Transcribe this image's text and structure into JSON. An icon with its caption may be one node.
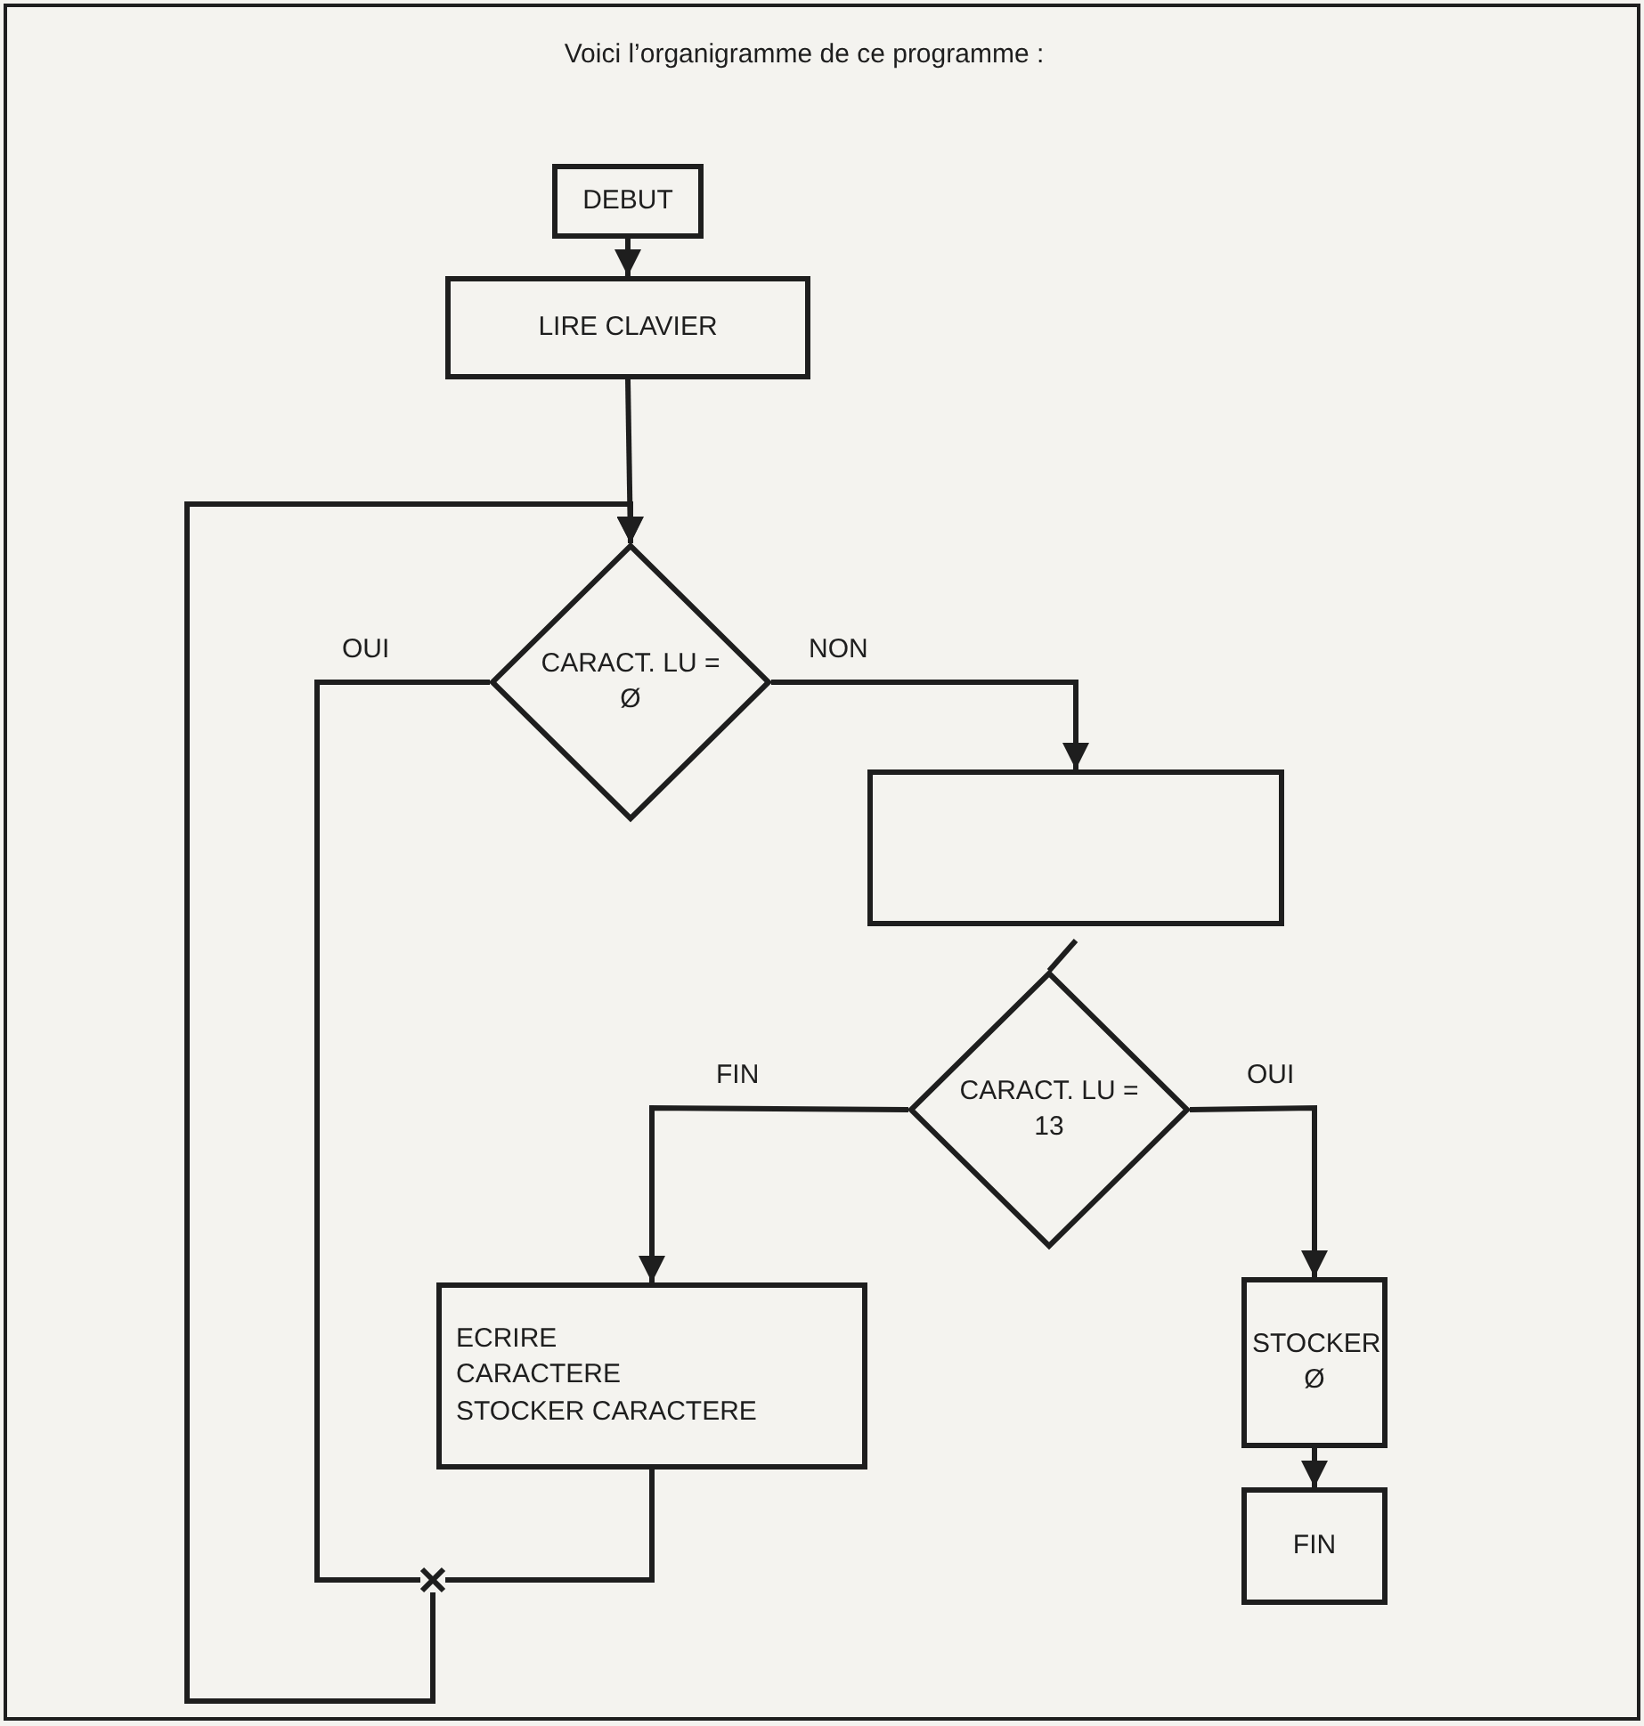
{
  "diagram": {
    "title": "Voici l’organigramme de ce programme :",
    "nodes": [
      {
        "text": [
          "DEBUT"
        ]
      },
      {
        "text": [
          "LIRE CLAVIER"
        ]
      },
      {
        "text": [
          "CARACT. LU = Ø"
        ]
      },
      {
        "text": [],
        "shape": "box"
      },
      {
        "text": [
          "CARACT. LU = 13"
        ]
      },
      {
        "text": [
          "ECRIRE CARACTERE",
          "STOCKER CARACTERE"
        ]
      },
      {
        "text": [
          "STOCKER Ø"
        ]
      },
      {
        "text": [
          "FIN"
        ]
      },
      {
        "text": [],
        "shape": "cross"
      }
    ],
    "edges": [
      {
        "from": 0,
        "to": 1,
        "arrow": "to"
      },
      {
        "from": 1,
        "to": 2,
        "arrow": "to"
      },
      {
        "from": 2,
        "to": 3,
        "arrow": "to",
        "label": "NON"
      },
      {
        "from": 3,
        "to": 4,
        "arrow": "none"
      },
      {
        "from": 4,
        "to": 5,
        "arrow": "to",
        "label": "FIN"
      },
      {
        "from": 4,
        "to": 6,
        "arrow": "to",
        "label": "OUI"
      },
      {
        "from": 6,
        "to": 7,
        "arrow": "to"
      },
      {
        "from": 2,
        "to": 8,
        "arrow": "none",
        "label": "OUI"
      },
      {
        "from": 5,
        "to": 8,
        "arrow": "none"
      },
      {
        "from": 8,
        "to": 2,
        "arrow": "to"
      }
    ]
  }
}
